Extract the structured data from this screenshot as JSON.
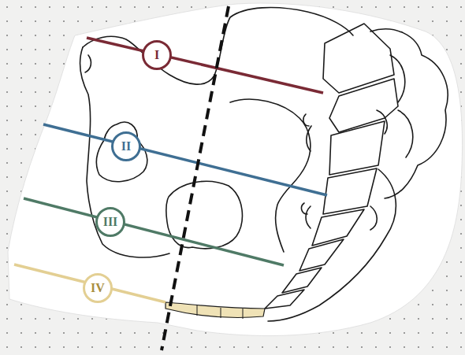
{
  "diagram": {
    "nodes": [
      {
        "text": [
          "I"
        ]
      },
      {
        "text": [
          "II"
        ]
      },
      {
        "text": [
          "III"
        ]
      },
      {
        "text": [
          "IV"
        ]
      }
    ]
  }
}
